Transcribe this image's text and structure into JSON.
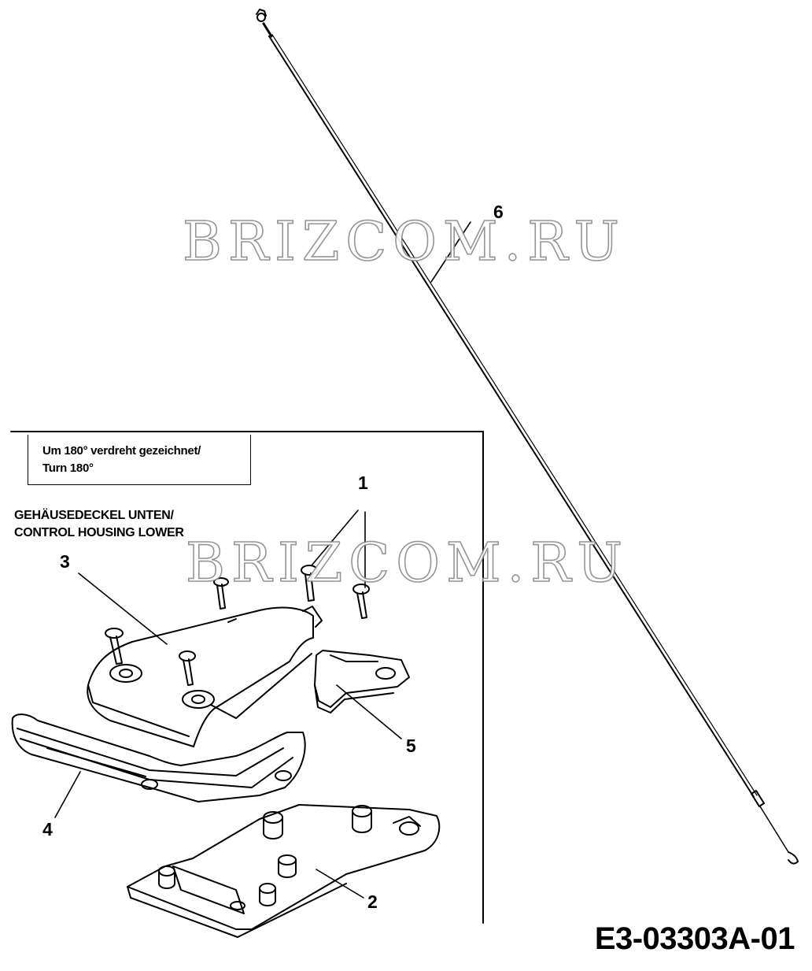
{
  "watermark": "BRIZCOM.RU",
  "drawing_code": "E3-03303A-01",
  "note": {
    "line1": "Um 180° verdreht gezeichnet/",
    "line2": "Turn 180°"
  },
  "section_title": {
    "line1": "GEHÄUSEDECKEL UNTEN/",
    "line2": "CONTROL HOUSING LOWER"
  },
  "callouts": [
    "1",
    "2",
    "3",
    "4",
    "5",
    "6"
  ],
  "colors": {
    "ink": "#000000",
    "paper": "#ffffff",
    "watermark_outline": "#8a8a8a"
  }
}
